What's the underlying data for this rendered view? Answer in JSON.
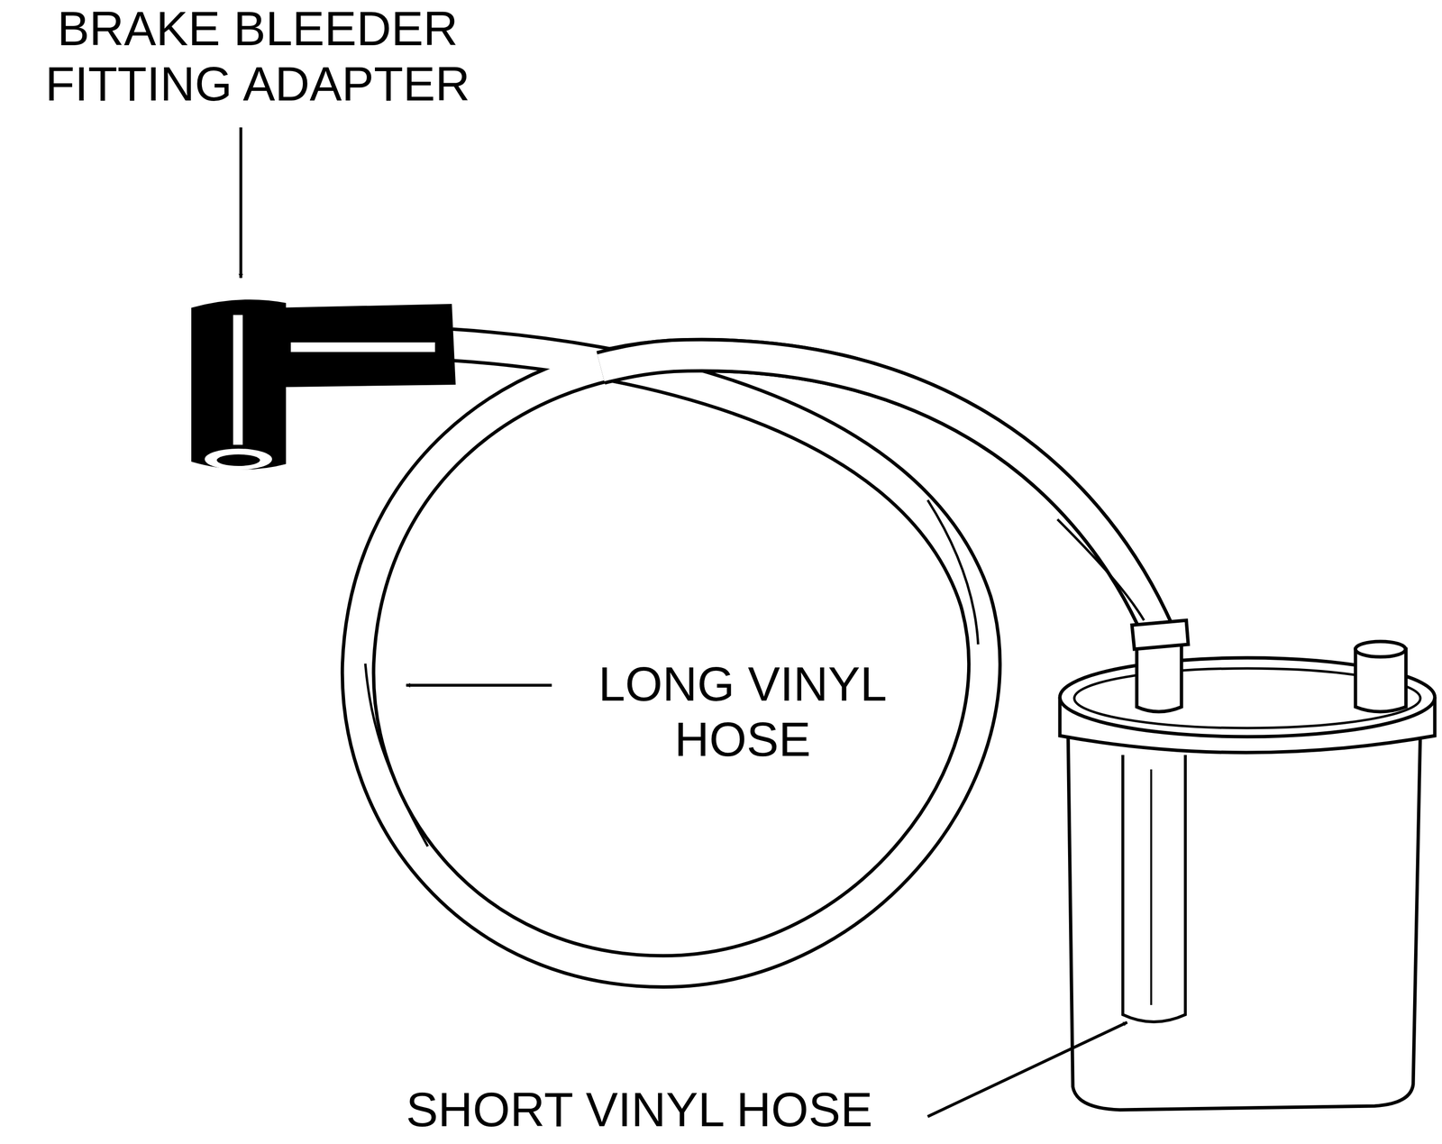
{
  "diagram": {
    "labels": [
      "BRAKE BLEEDER FITTING ADAPTER",
      "LONG VINYL HOSE",
      "SHORT VINYL HOSE"
    ]
  }
}
